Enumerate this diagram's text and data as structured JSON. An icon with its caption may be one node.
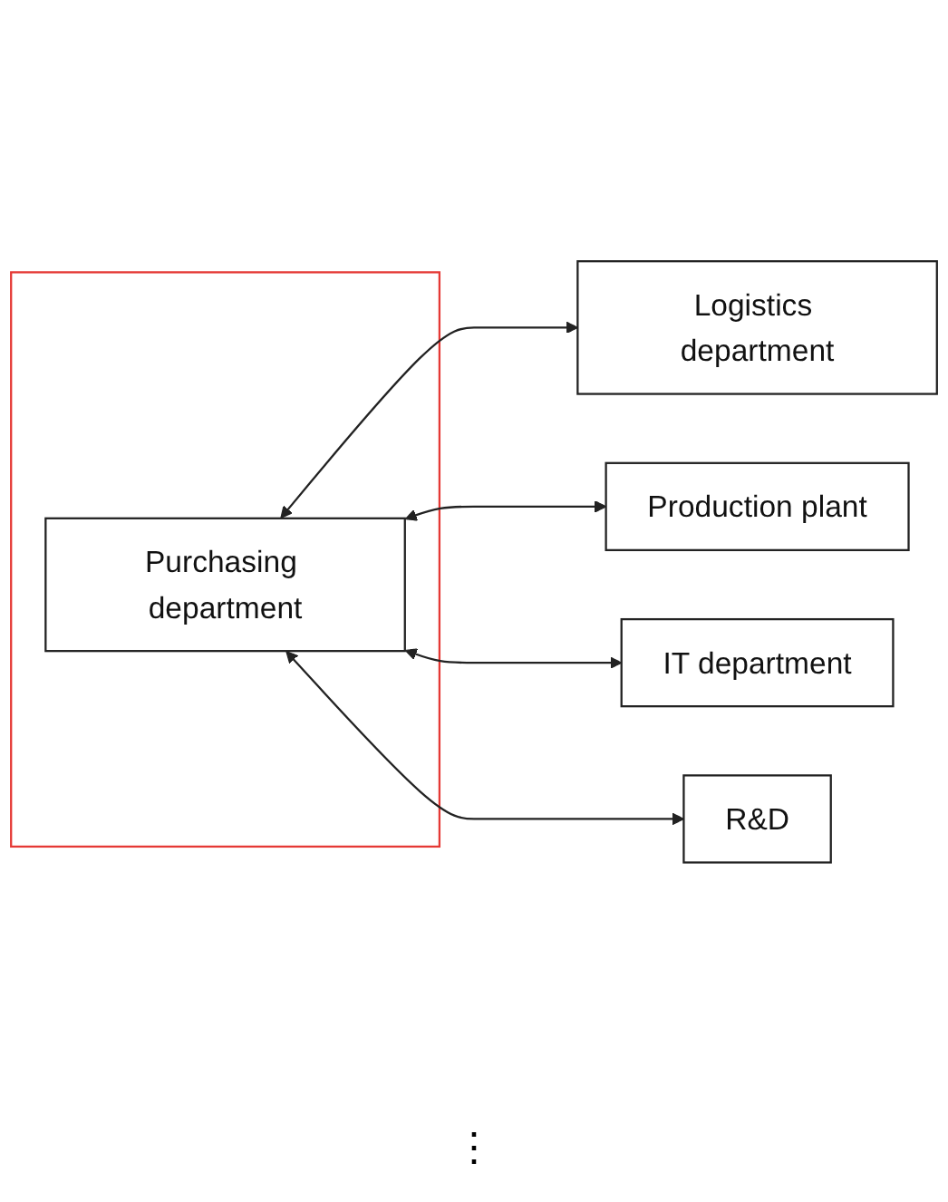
{
  "diagram": {
    "nodes": [
      {
        "text": [
          "Logistics department"
        ]
      },
      {
        "text": [],
        "shape": "box"
      },
      {
        "text": [
          "Purchasing department"
        ],
        "in": 1
      },
      {
        "text": [
          "Production plant"
        ]
      },
      {
        "text": [
          "IT department"
        ]
      },
      {
        "text": [
          "R&D"
        ]
      }
    ],
    "edges": [
      {
        "from": 2,
        "to": 0,
        "arrow": "both"
      },
      {
        "from": 2,
        "to": 3,
        "arrow": "both"
      },
      {
        "from": 2,
        "to": 4,
        "arrow": "both"
      },
      {
        "from": 2,
        "to": 5,
        "arrow": "both"
      }
    ],
    "labels": [
      "⋮"
    ]
  }
}
